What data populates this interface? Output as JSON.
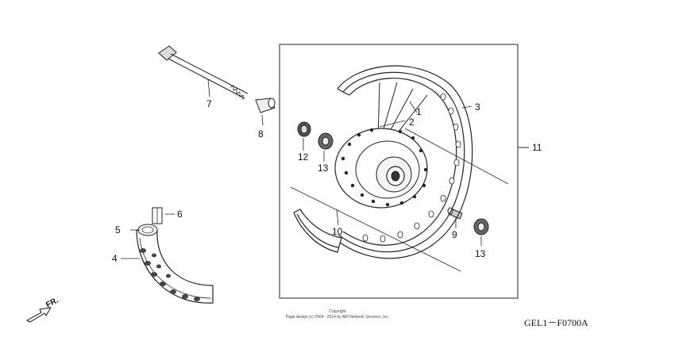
{
  "diagram_code": "GEL1－F0700A",
  "copyright_title": "Copyright",
  "copyright_text": "Page design (c) 2004 - 2014 by ARI Network Services, Inc.",
  "direction_label": "FR.",
  "callouts": [
    {
      "id": "c1",
      "label": "1"
    },
    {
      "id": "c2",
      "label": "2"
    },
    {
      "id": "c3",
      "label": "3"
    },
    {
      "id": "c4",
      "label": "4"
    },
    {
      "id": "c5",
      "label": "5"
    },
    {
      "id": "c6",
      "label": "6"
    },
    {
      "id": "c7",
      "label": "7"
    },
    {
      "id": "c8",
      "label": "8"
    },
    {
      "id": "c9",
      "label": "9"
    },
    {
      "id": "c10",
      "label": "10"
    },
    {
      "id": "c11",
      "label": "11"
    },
    {
      "id": "c12",
      "label": "12"
    },
    {
      "id": "c13a",
      "label": "13"
    },
    {
      "id": "c13b",
      "label": "13"
    }
  ]
}
